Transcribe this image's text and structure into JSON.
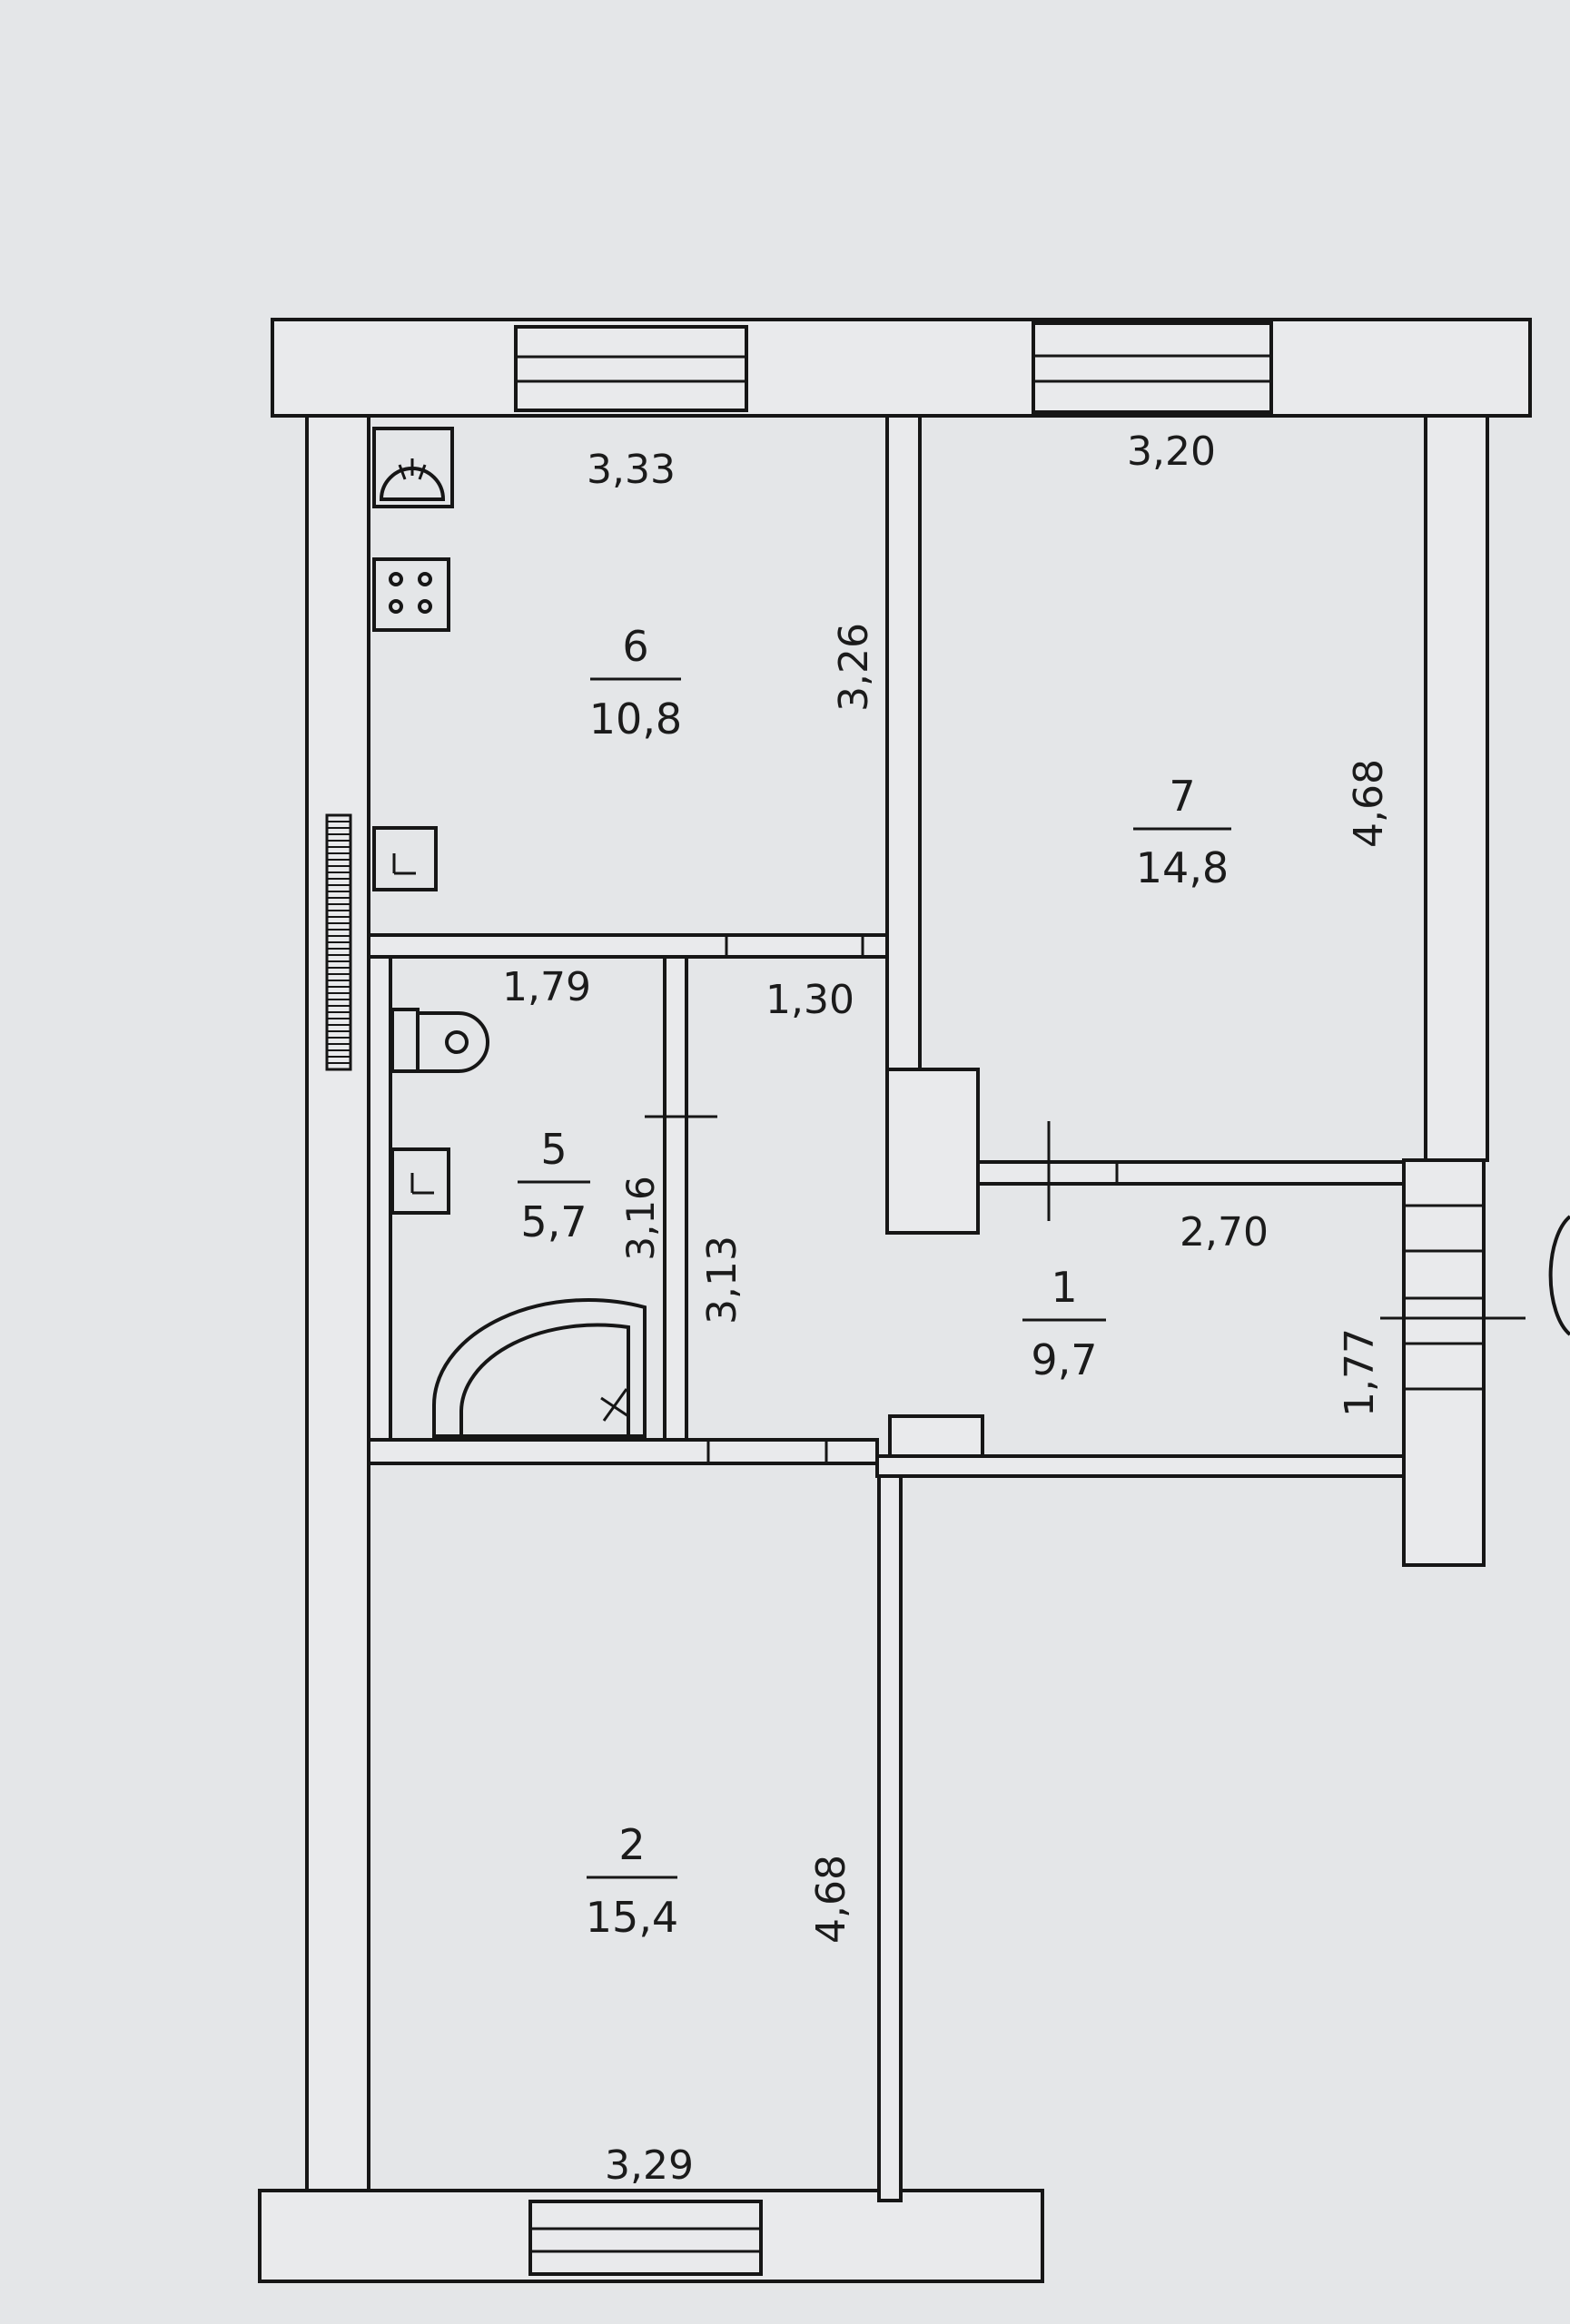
{
  "rooms": [
    {
      "number": "6",
      "area": "10,8"
    },
    {
      "number": "7",
      "area": "14,8"
    },
    {
      "number": "5",
      "area": "5,7"
    },
    {
      "number": "1",
      "area": "9,7"
    },
    {
      "number": "2",
      "area": "15,4"
    }
  ],
  "dimensions": {
    "d_333": "3,33",
    "d_320": "3,20",
    "d_326": "3,26",
    "d_468_a": "4,68",
    "d_179": "1,79",
    "d_130": "1,30",
    "d_316": "3,16",
    "d_313": "3,13",
    "d_270": "2,70",
    "d_177": "1,77",
    "d_468_b": "4,68",
    "d_329": "3,29"
  },
  "icons": [
    "sink-icon",
    "stove-icon",
    "washbasin-icon",
    "toilet-icon",
    "shower-icon",
    "radiator-icon",
    "entrance-door-icon"
  ],
  "colors": {
    "paper": "#e4e6e8",
    "line": "#161616"
  }
}
